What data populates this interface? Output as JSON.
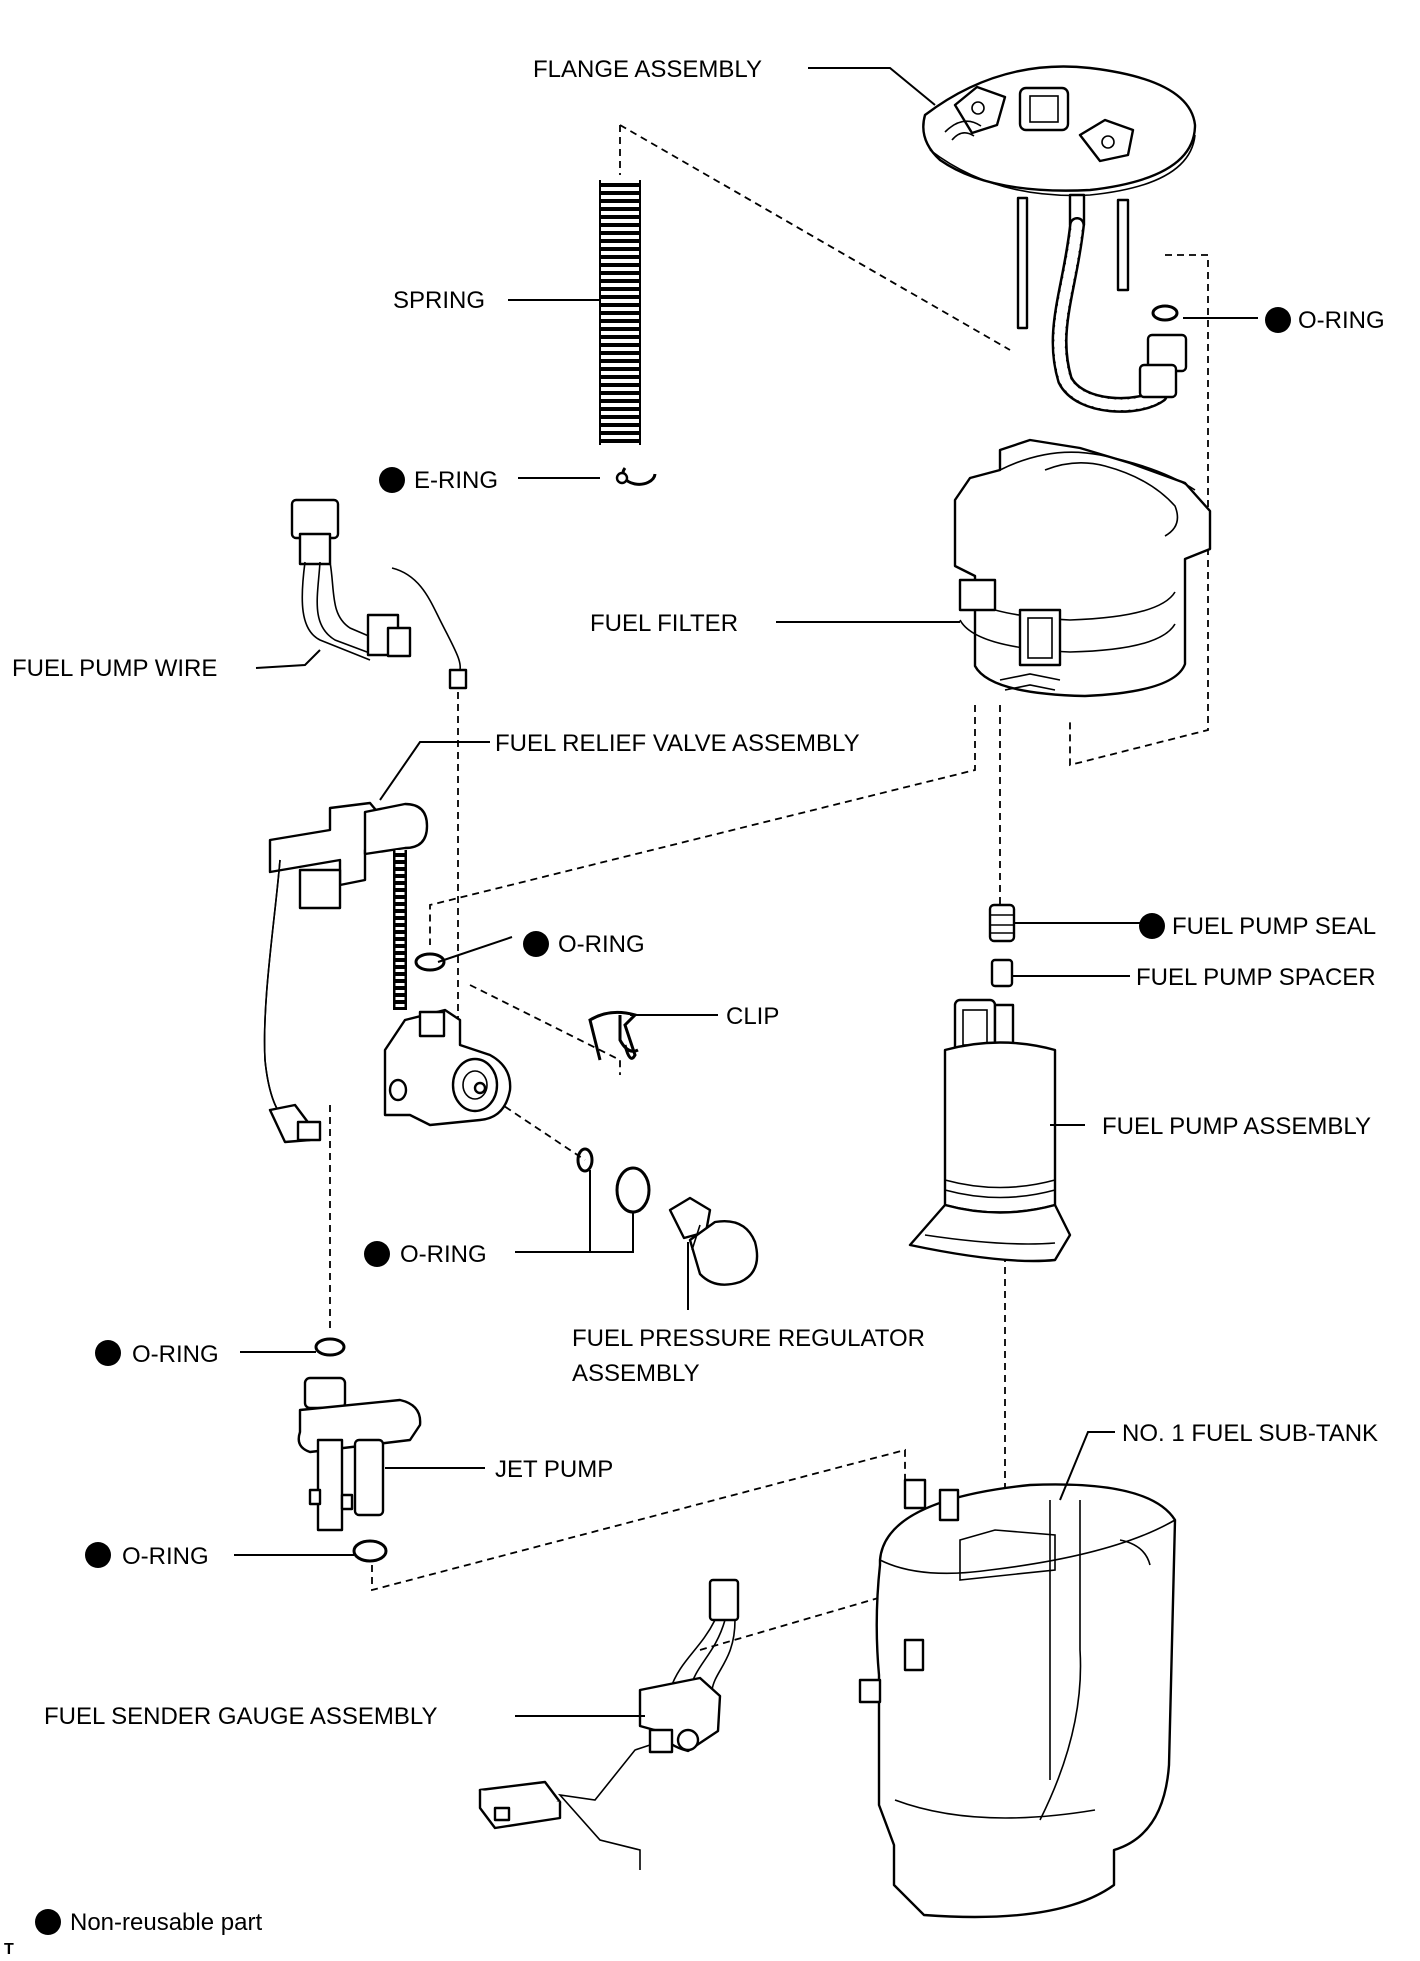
{
  "labels": {
    "flange_assembly": "FLANGE ASSEMBLY",
    "spring": "SPRING",
    "o_ring": "O-RING",
    "e_ring": "E-RING",
    "fuel_filter": "FUEL FILTER",
    "fuel_pump_wire": "FUEL PUMP WIRE",
    "fuel_relief_valve_assembly": "FUEL RELIEF VALVE ASSEMBLY",
    "fuel_pump_seal": "FUEL PUMP SEAL",
    "fuel_pump_spacer": "FUEL PUMP SPACER",
    "clip": "CLIP",
    "fuel_pump_assembly": "FUEL PUMP ASSEMBLY",
    "fuel_pressure_regulator_line1": "FUEL PRESSURE REGULATOR",
    "fuel_pressure_regulator_line2": "ASSEMBLY",
    "jet_pump": "JET PUMP",
    "no1_fuel_sub_tank": "NO. 1 FUEL SUB-TANK",
    "fuel_sender_gauge_assembly": "FUEL SENDER GAUGE ASSEMBLY"
  },
  "legend": {
    "symbol": "filled-circle",
    "text": "Non-reusable part"
  },
  "corner_mark": "T"
}
